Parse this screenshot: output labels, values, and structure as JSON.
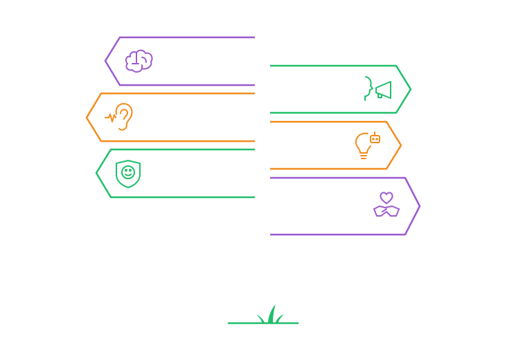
{
  "colors": {
    "purple": "#9b59d0",
    "green": "#1fbf6a",
    "orange": "#f28c1c",
    "label": "#f2f2f2"
  },
  "left_items": [
    {
      "id": "brain",
      "color": "purple",
      "label": "",
      "icon": "brain-icon"
    },
    {
      "id": "ear",
      "color": "orange",
      "label": "",
      "icon": "ear-icon"
    },
    {
      "id": "shield",
      "color": "green",
      "label": "",
      "icon": "shield-face-icon"
    }
  ],
  "right_items": [
    {
      "id": "speak",
      "color": "green",
      "label": "",
      "icon": "speaking-megaphone-icon"
    },
    {
      "id": "idea",
      "color": "orange",
      "label": "",
      "icon": "lightbulb-robot-icon"
    },
    {
      "id": "handshake",
      "color": "purple",
      "label": "",
      "icon": "heart-handshake-icon"
    }
  ],
  "footer": {
    "icon": "grass-sprout-icon",
    "color": "green"
  }
}
